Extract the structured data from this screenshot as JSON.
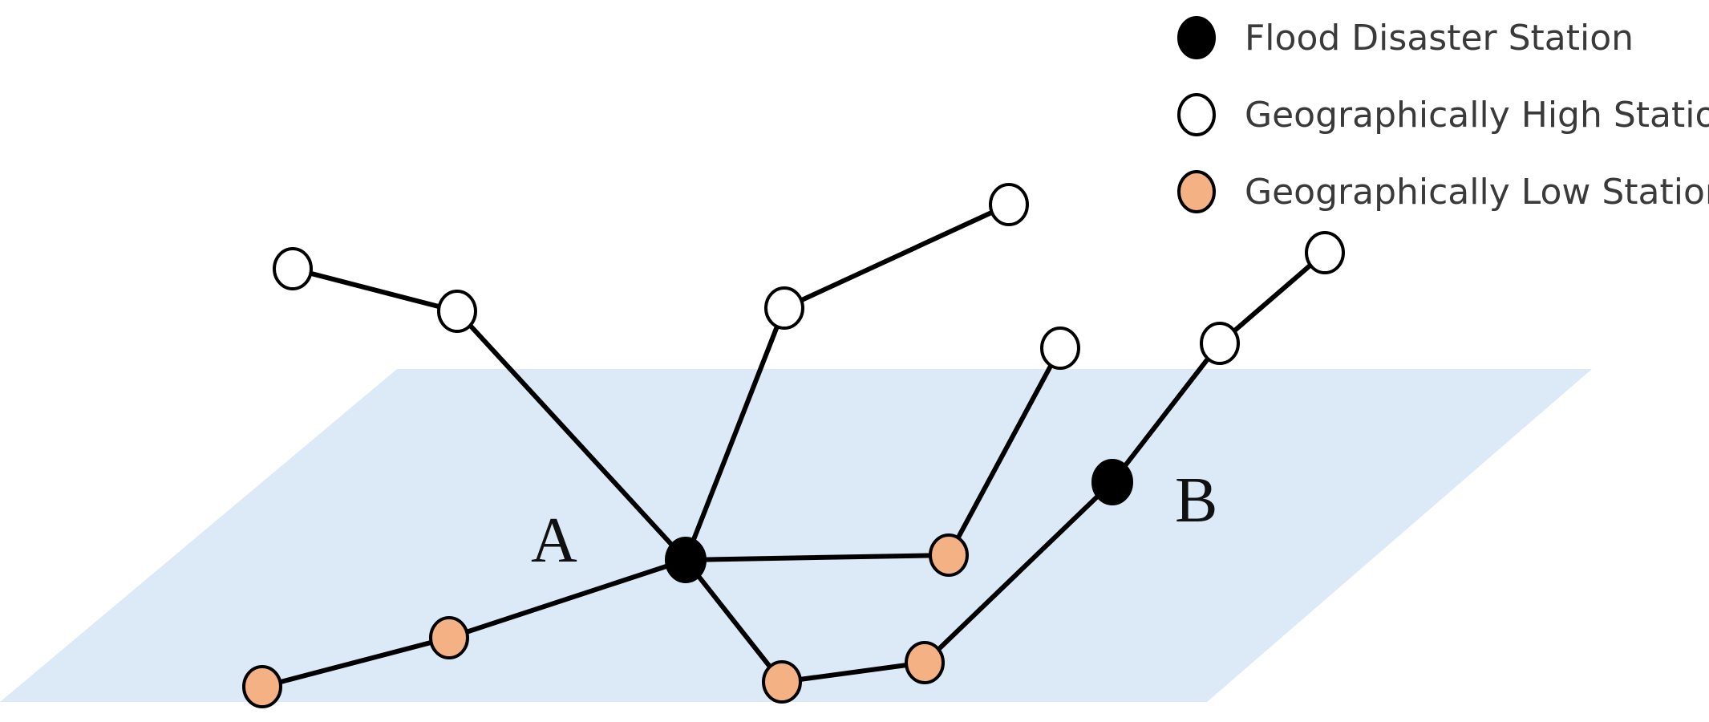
{
  "colors": {
    "plane": "#dce9f6",
    "flood": "#000000",
    "high": "#ffffff",
    "low": "#f4b183"
  },
  "legend": [
    {
      "label": "Flood Disaster Station",
      "kind": "flood"
    },
    {
      "label": "Geographically High Station",
      "kind": "high"
    },
    {
      "label": "Geographically Low Station",
      "kind": "low"
    }
  ],
  "labels": {
    "a": "A",
    "b": "B"
  }
}
